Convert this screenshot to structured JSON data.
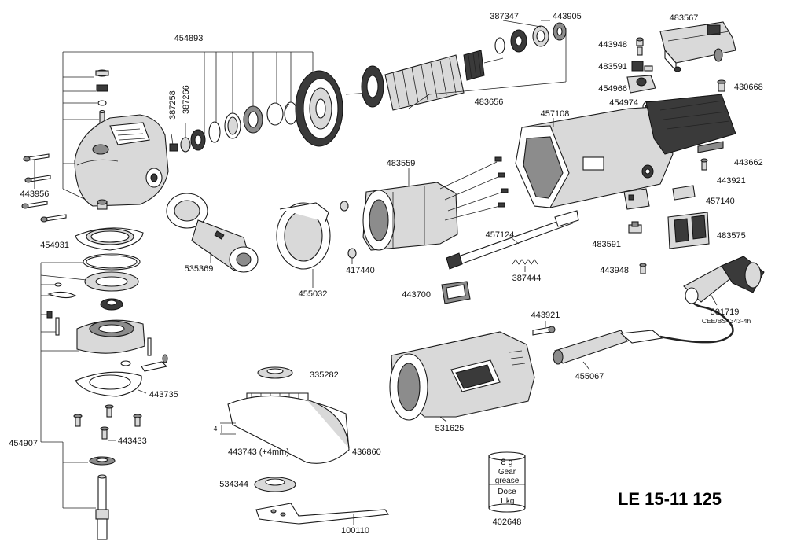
{
  "title": "LE 15-11 125",
  "grease_box": {
    "weight": "8 g",
    "label1": "Gear",
    "label2": "grease",
    "label3": "Dose",
    "label4": "1 kg"
  },
  "parts": {
    "p454893": "454893",
    "p387258": "387258",
    "p387266": "387266",
    "p387347": "387347",
    "p443905": "443905",
    "p483656": "483656",
    "p483567": "483567",
    "p443948a": "443948",
    "p483591a": "483591",
    "p454966": "454966",
    "p430668": "430668",
    "p454974": "454974",
    "p457108": "457108",
    "p443662": "443662",
    "p443921a": "443921",
    "p457140": "457140",
    "p483575": "483575",
    "p483591b": "483591",
    "p443948b": "443948",
    "p483559": "483559",
    "p457124": "457124",
    "p387444": "387444",
    "p443700": "443700",
    "p417440": "417440",
    "p455032": "455032",
    "p535369": "535369",
    "p443956": "443956",
    "p454931": "454931",
    "p443735": "443735",
    "p443433": "443433",
    "p454907": "454907",
    "p335282": "335282",
    "p443743": "443743 (+4mm)",
    "p436860": "436860",
    "p534344": "534344",
    "p100110": "100110",
    "p531625": "531625",
    "p443921b": "443921",
    "p455067": "455067",
    "p501719": "501719",
    "p501719sub": "CEE/BS4343-4h",
    "p402648": "402648",
    "dim4": "4"
  }
}
